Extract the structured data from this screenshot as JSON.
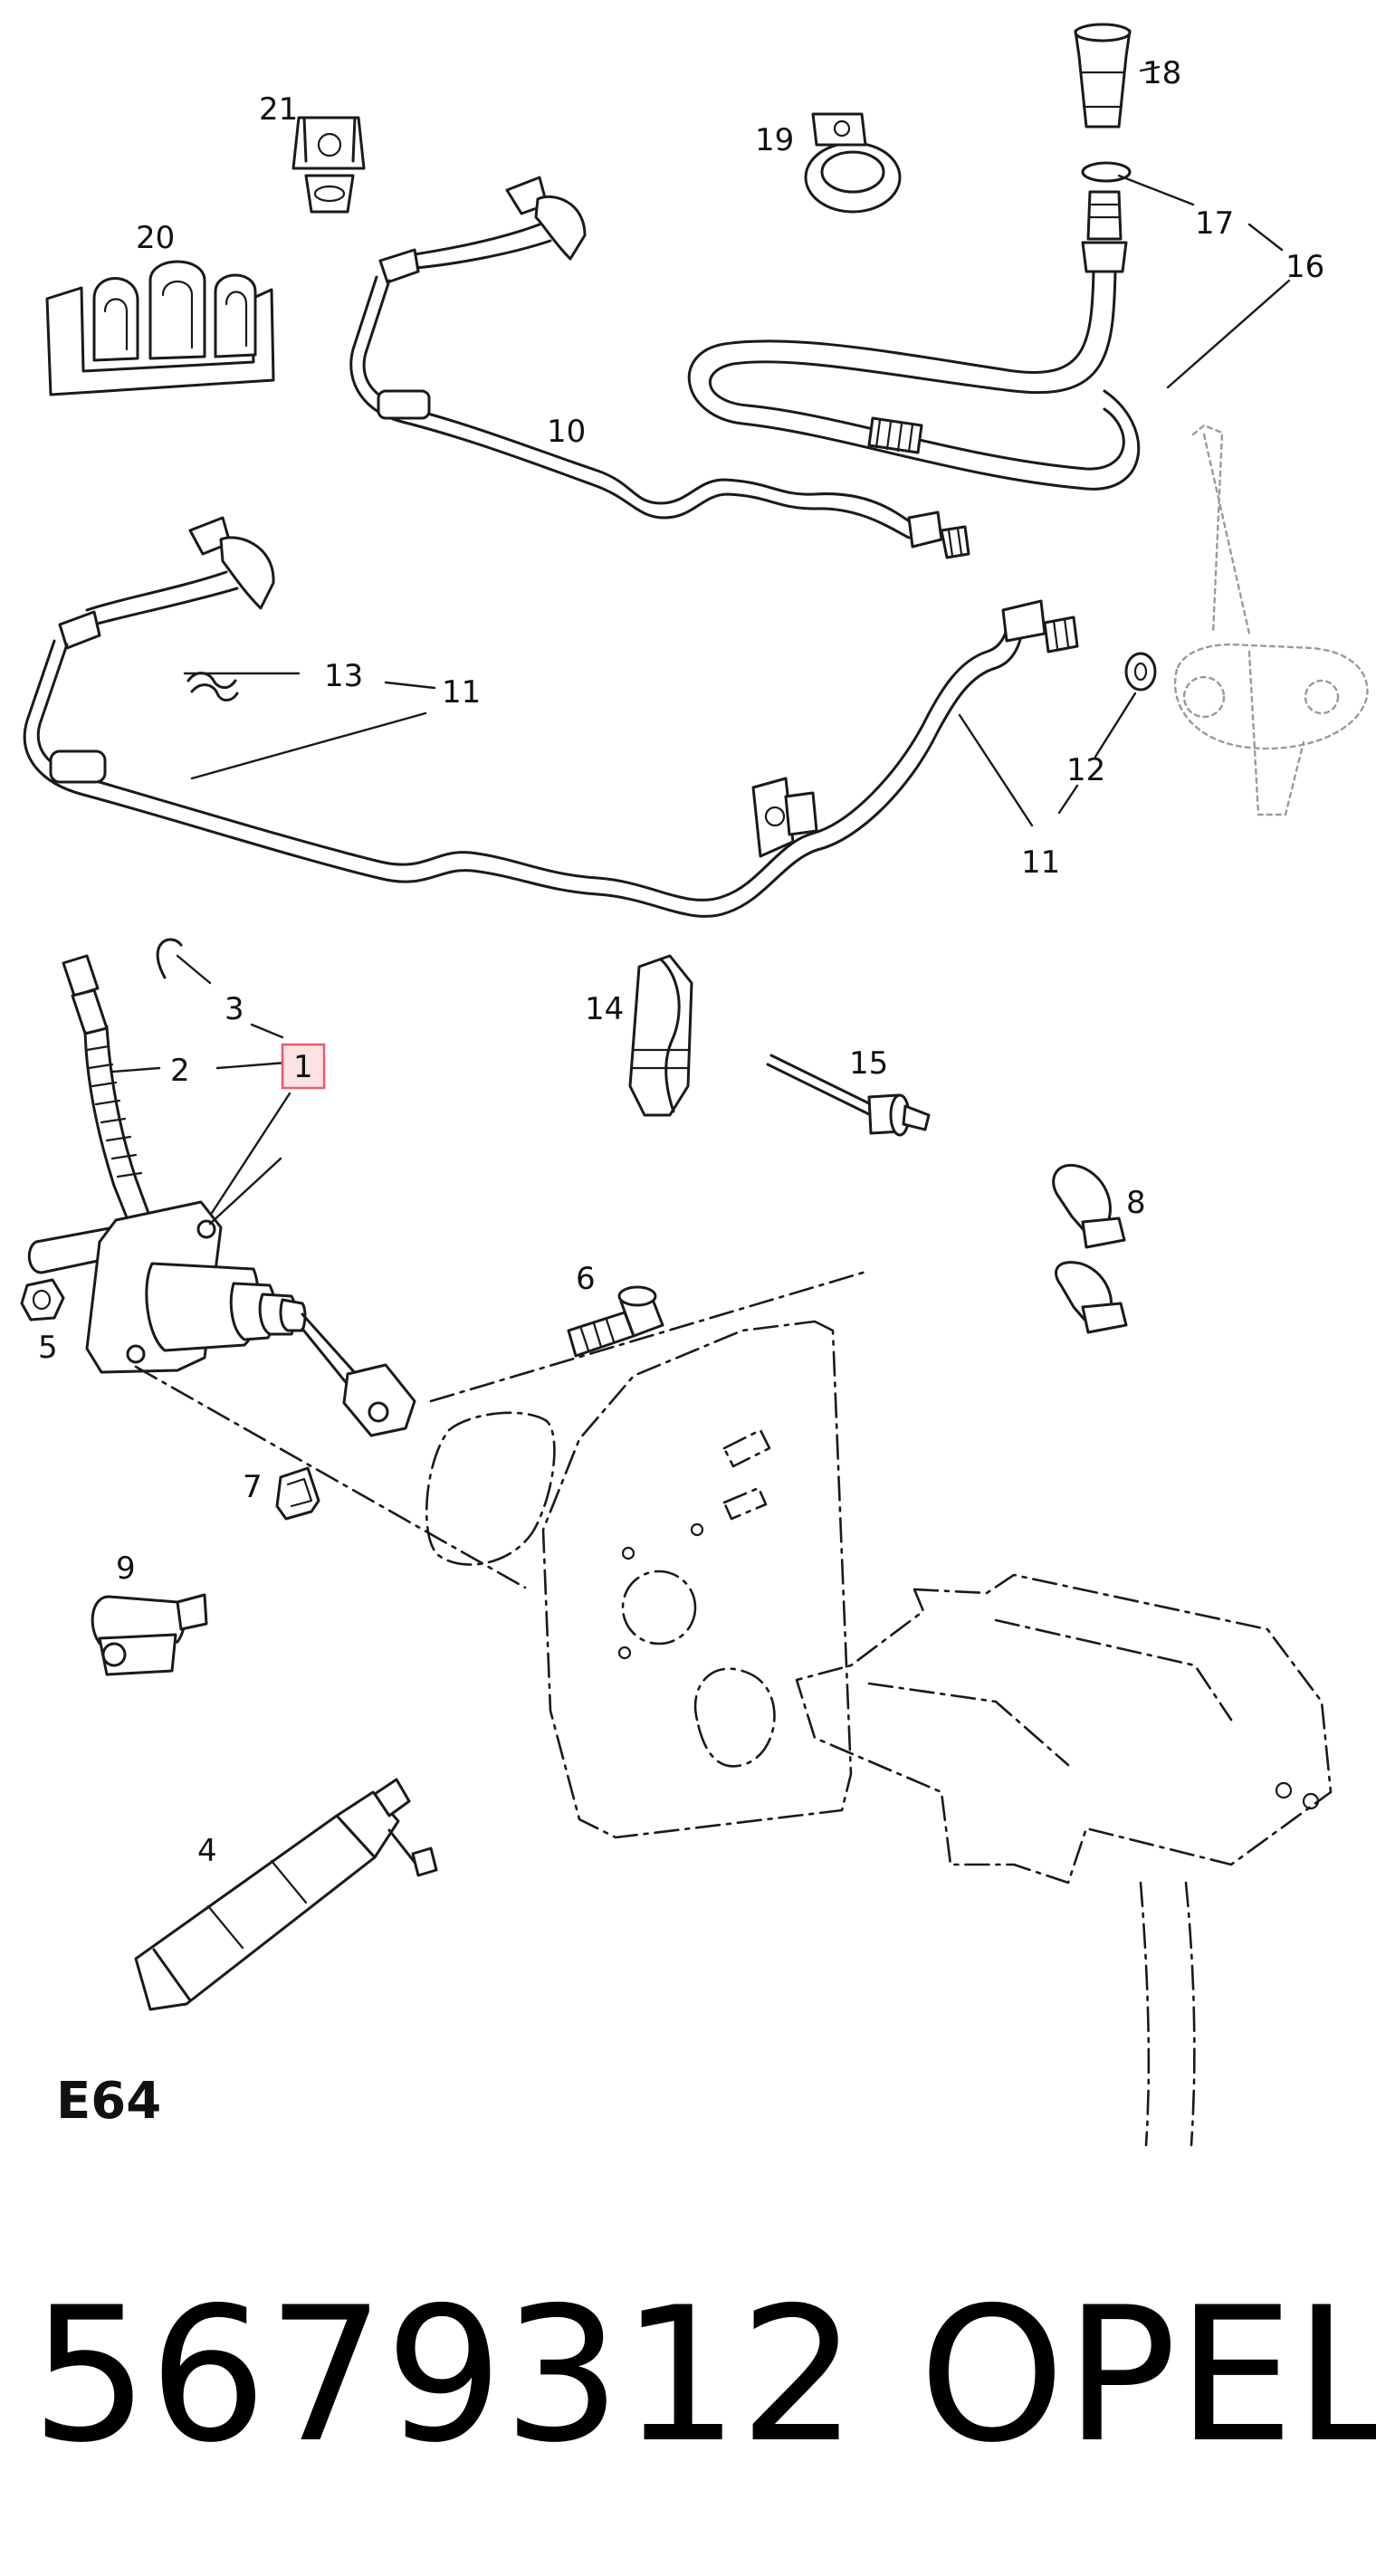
{
  "diagram": {
    "code": "E64",
    "highlight_color": "#e85d6b",
    "callouts": [
      {
        "id": "c1",
        "label": "1",
        "highlighted": true
      },
      {
        "id": "c2",
        "label": "2"
      },
      {
        "id": "c3",
        "label": "3"
      },
      {
        "id": "c4",
        "label": "4"
      },
      {
        "id": "c5",
        "label": "5"
      },
      {
        "id": "c6",
        "label": "6"
      },
      {
        "id": "c7",
        "label": "7"
      },
      {
        "id": "c8",
        "label": "8"
      },
      {
        "id": "c9",
        "label": "9"
      },
      {
        "id": "c10",
        "label": "10"
      },
      {
        "id": "c11a",
        "label": "11"
      },
      {
        "id": "c11b",
        "label": "11"
      },
      {
        "id": "c12",
        "label": "12"
      },
      {
        "id": "c13",
        "label": "13"
      },
      {
        "id": "c14",
        "label": "14"
      },
      {
        "id": "c15",
        "label": "15"
      },
      {
        "id": "c16",
        "label": "16"
      },
      {
        "id": "c17",
        "label": "17"
      },
      {
        "id": "c18",
        "label": "18"
      },
      {
        "id": "c19",
        "label": "19"
      },
      {
        "id": "c20",
        "label": "20"
      },
      {
        "id": "c21",
        "label": "21"
      }
    ]
  },
  "footer": {
    "part_number": "5679312",
    "brand": "OPEL"
  }
}
